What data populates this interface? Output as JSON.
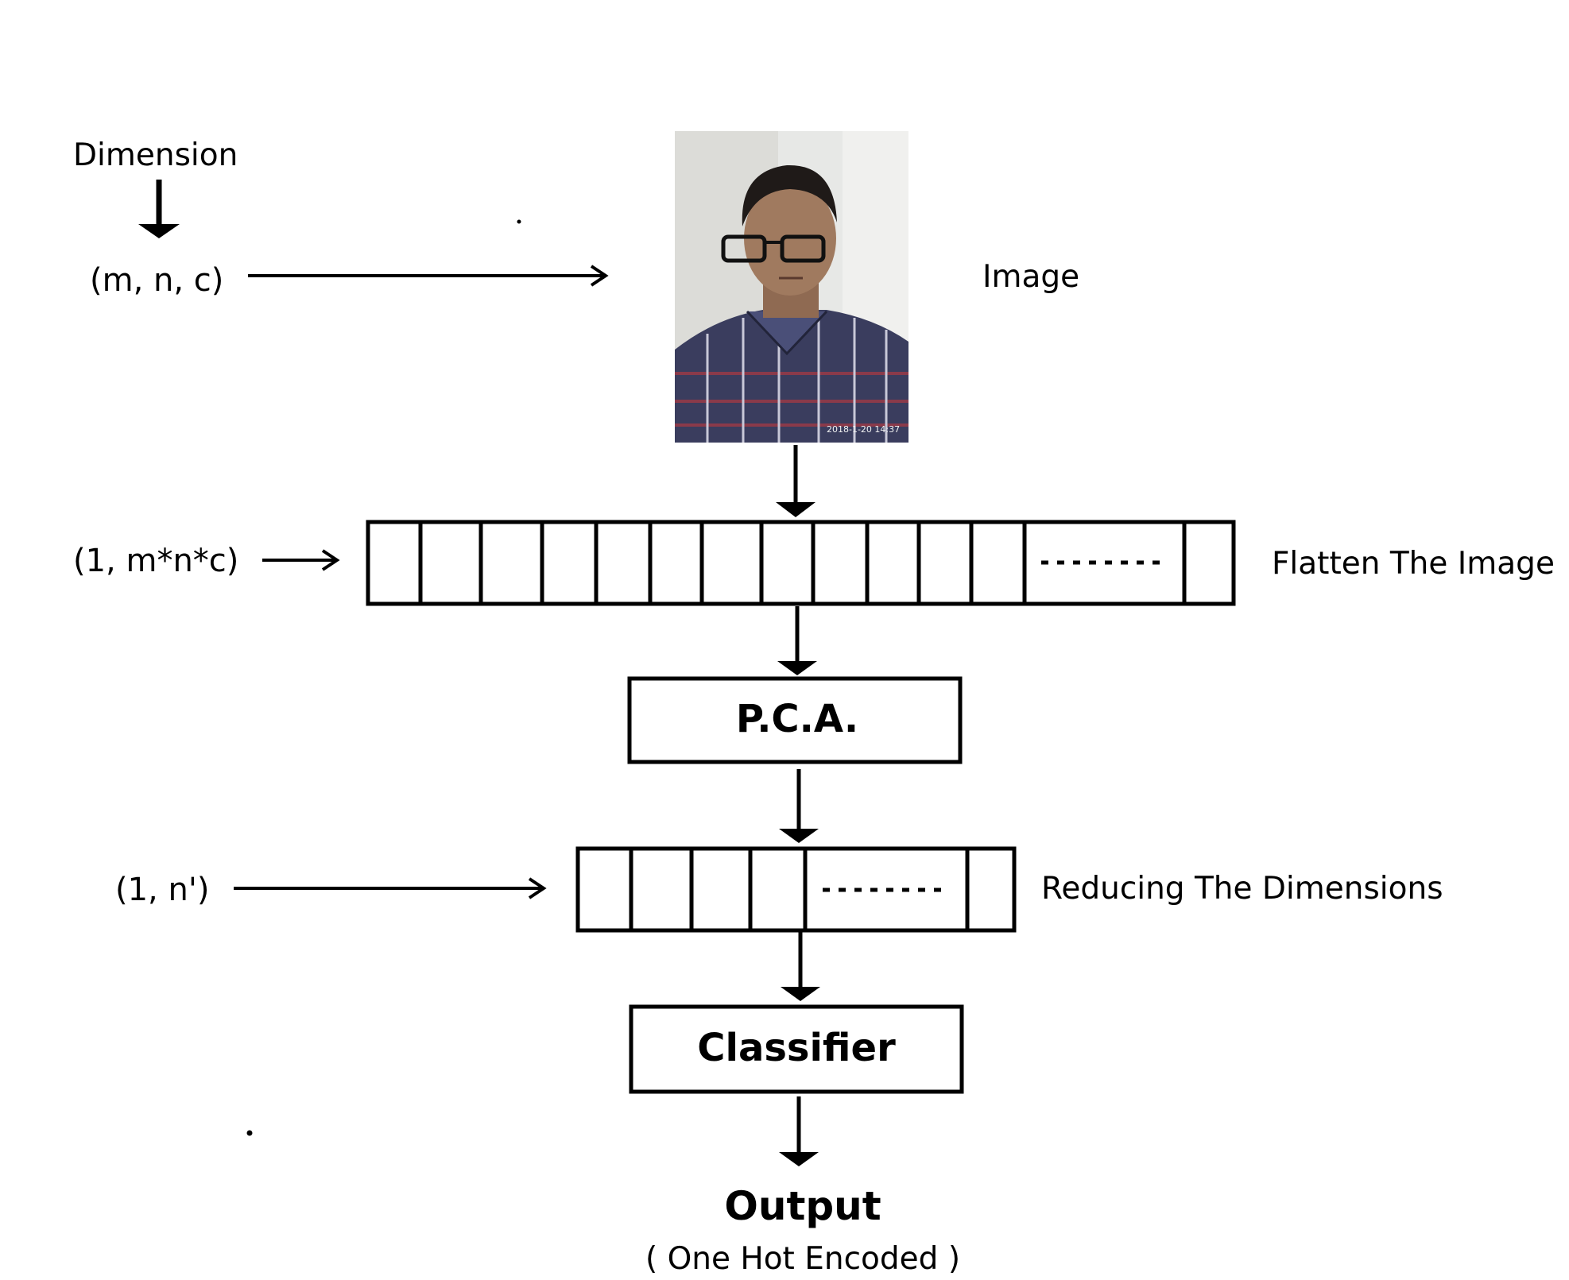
{
  "labels": {
    "dimension": "Dimension",
    "input_shape": "(m, n, c)",
    "image": "Image",
    "flat_shape": "(1, m*n*c)",
    "flatten": "Flatten The Image",
    "pca": "P.C.A.",
    "reduced_shape": "(1, n')",
    "reducing": "Reducing The Dimensions",
    "classifier": "Classifier",
    "output": "Output",
    "output_sub": "( One Hot Encoded )"
  },
  "photo": {
    "timestamp": "2018-1-20 14:37",
    "subject": "portrait-photo"
  },
  "colors": {
    "stroke": "#000000",
    "background": "#ffffff"
  }
}
